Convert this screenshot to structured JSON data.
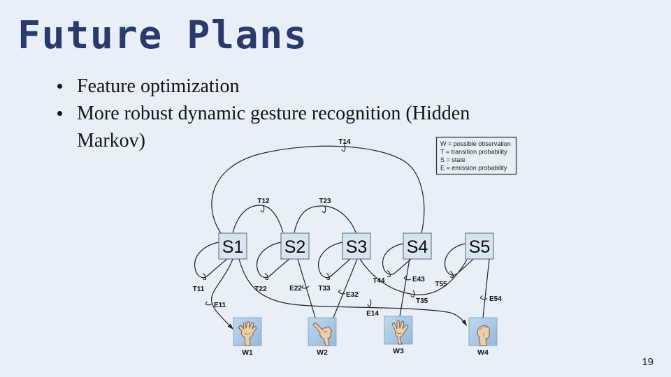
{
  "slide": {
    "title": "Future Plans",
    "bullets": [
      {
        "lines": [
          "Feature optimization"
        ]
      },
      {
        "lines": [
          "More robust dynamic gesture recognition (Hidden",
          "Markov)"
        ]
      }
    ],
    "page_number": "19"
  },
  "diagram": {
    "legend_lines": [
      "W = possible observation",
      "T = transition probability",
      "S = state",
      "E = emission probability"
    ],
    "states": [
      {
        "label": "S1"
      },
      {
        "label": "S2"
      },
      {
        "label": "S3"
      },
      {
        "label": "S4"
      },
      {
        "label": "S5"
      }
    ],
    "observations": [
      {
        "label": "W1"
      },
      {
        "label": "W2"
      },
      {
        "label": "W3"
      },
      {
        "label": "W4"
      }
    ],
    "edges": {
      "t14": "T14",
      "t12": "T12",
      "t23": "T23",
      "t11": "T11",
      "t22": "T22",
      "t33": "T33",
      "t44": "T44",
      "t55": "T55",
      "t35": "T35",
      "e11": "E11",
      "e22": "E22",
      "e32": "E32",
      "e43": "E43",
      "e54": "E54",
      "e14": "E14"
    }
  },
  "colors": {
    "background": "#e9eff7",
    "title": "#2b3a6c",
    "body_text": "#141414",
    "diagram_line": "#232323",
    "state_fill": "#d8e4f0",
    "observation_sky": "#a9c7e4"
  }
}
